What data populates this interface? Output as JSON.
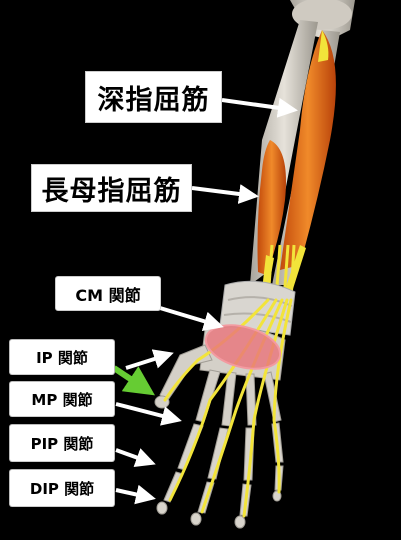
{
  "labels": {
    "fdp": "深指屈筋",
    "fpl": "長母指屈筋",
    "cm": "CM 関節",
    "ip": "IP 関節",
    "mp": "MP 関節",
    "pip": "PIP 関節",
    "dip": "DIP 関節"
  },
  "colors": {
    "background": "#000000",
    "muscle": "#e8701a",
    "tendon": "#f2e43a",
    "bone": "#d8d4cc",
    "cm_highlight": "#e8737a",
    "pointer_arrow": "#66cc33"
  }
}
